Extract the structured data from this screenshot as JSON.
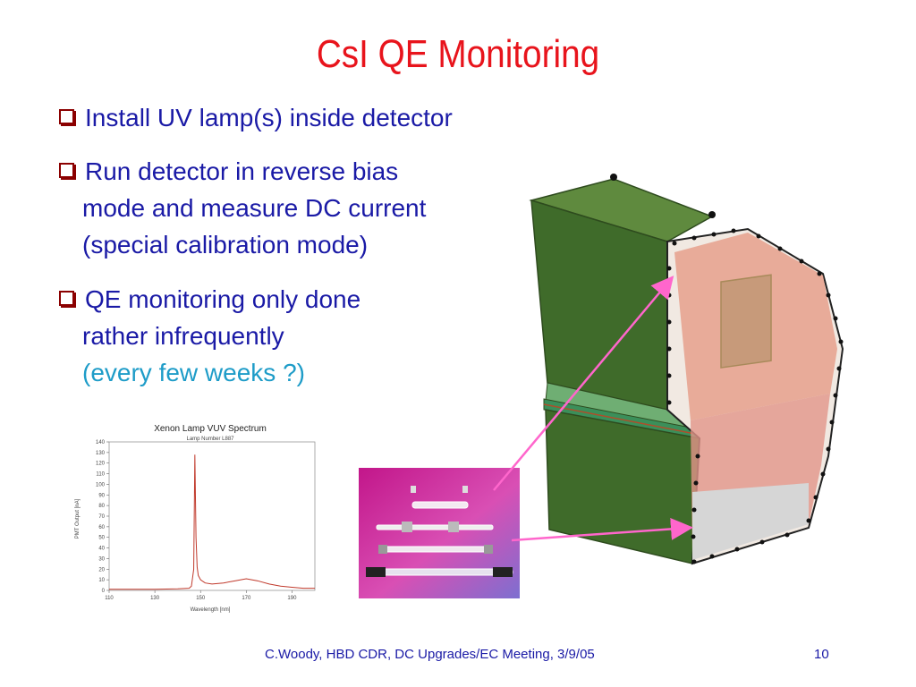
{
  "slide": {
    "title": "CsI QE Monitoring",
    "bullets": [
      {
        "text": "Install UV lamp(s) inside detector"
      },
      {
        "lines": [
          "Run detector in reverse bias",
          "mode and measure DC current",
          "(special calibration mode)"
        ]
      },
      {
        "lines": [
          "QE monitoring only done",
          "rather infrequently",
          "(every few weeks ?)"
        ]
      }
    ],
    "footer": {
      "citation": "C.Woody, HBD CDR, DC Upgrades/EC  Meeting, 3/9/05",
      "page_number": "10"
    },
    "colors": {
      "title": "#e8141c",
      "body": "#1a1aa6",
      "highlight": "#1e9cc8",
      "arrow": "#ff66cc"
    }
  },
  "chart_data": {
    "type": "line",
    "title": "Xenon Lamp VUV Spectrum",
    "subtitle": "Lamp Number L887",
    "xlabel": "Wavelength [nm]",
    "ylabel": "PMT Output [nA]",
    "xlim": [
      110,
      200
    ],
    "ylim": [
      0,
      140
    ],
    "x_ticks": [
      "110",
      "130",
      "150",
      "170",
      "190"
    ],
    "y_ticks": [
      0,
      10,
      20,
      30,
      40,
      50,
      60,
      70,
      80,
      90,
      100,
      110,
      120,
      130,
      140
    ],
    "grid": false,
    "series": [
      {
        "color": "#c0392b",
        "x": [
          110,
          120,
          130,
          140,
          145,
          146,
          147,
          147.5,
          148,
          148.5,
          149,
          150,
          152,
          155,
          160,
          165,
          170,
          175,
          180,
          185,
          190,
          195,
          200
        ],
        "y": [
          1,
          1,
          1,
          1.5,
          2,
          4,
          20,
          128,
          50,
          22,
          14,
          10,
          7,
          6,
          7,
          9,
          11,
          9,
          6,
          4,
          3,
          2,
          2
        ]
      }
    ]
  }
}
